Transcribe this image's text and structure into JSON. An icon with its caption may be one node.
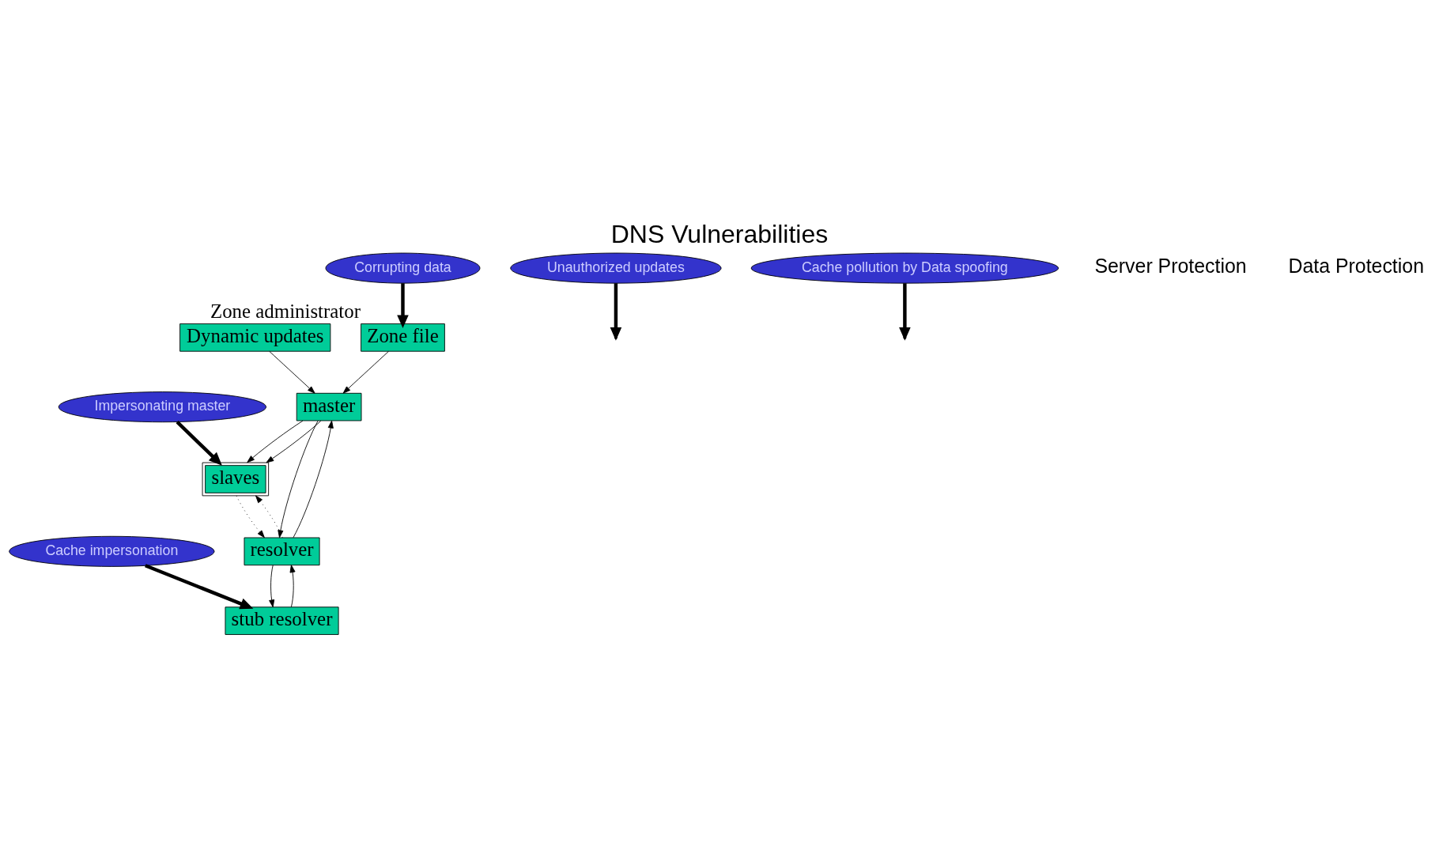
{
  "diagram": {
    "title": "DNS Vulnerabilities",
    "nodes": [
      {
        "text": [
          "Zone file"
        ],
        "beside": [
          "Zone administrator"
        ]
      },
      {
        "text": [
          "master"
        ]
      },
      {
        "text": [
          "slaves"
        ]
      },
      {
        "text": [
          "resolver"
        ]
      },
      {
        "text": [
          "stub resolver"
        ]
      },
      {
        "text": [
          "Dynamic updates"
        ]
      },
      {
        "text": [
          "Corrupting data"
        ]
      },
      {
        "text": [
          "Impersonating master"
        ]
      },
      {
        "text": [
          "Cache impersonation"
        ]
      },
      {
        "text": [
          "Unauthorized updates"
        ]
      },
      {
        "text": [
          "Cache pollution by Data spoofing"
        ]
      }
    ],
    "edges": [
      {
        "from": 0,
        "to": 1,
        "arrow": "to"
      },
      {
        "from": 3,
        "to": 1,
        "arrow": "to"
      },
      {
        "from": 1,
        "to": 3,
        "arrow": "to"
      },
      {
        "from": 1,
        "to": 2,
        "arrow": "to"
      },
      {
        "from": 1,
        "to": 2,
        "arrow": "to"
      },
      {
        "from": 3,
        "to": 2,
        "arrow": "to",
        "style": "dashed"
      },
      {
        "from": 2,
        "to": 3,
        "arrow": "to",
        "style": "dashed"
      },
      {
        "from": 3,
        "to": 4,
        "arrow": "to"
      },
      {
        "from": 4,
        "to": 3,
        "arrow": "to"
      },
      {
        "from": 5,
        "to": 1,
        "arrow": "to"
      },
      {
        "from": 6,
        "to": 0,
        "arrow": "to",
        "style": "thick"
      },
      {
        "from": 7,
        "to": 2,
        "arrow": "to",
        "style": "thick"
      },
      {
        "from": 8,
        "to": 4,
        "arrow": "to",
        "style": "thick"
      },
      {
        "from": 9,
        "to": null,
        "arrow": "to",
        "style": "thick"
      },
      {
        "from": 10,
        "to": null,
        "arrow": "to",
        "style": "thick"
      }
    ],
    "labels": [
      "Server Protection",
      "Data Protection"
    ]
  }
}
